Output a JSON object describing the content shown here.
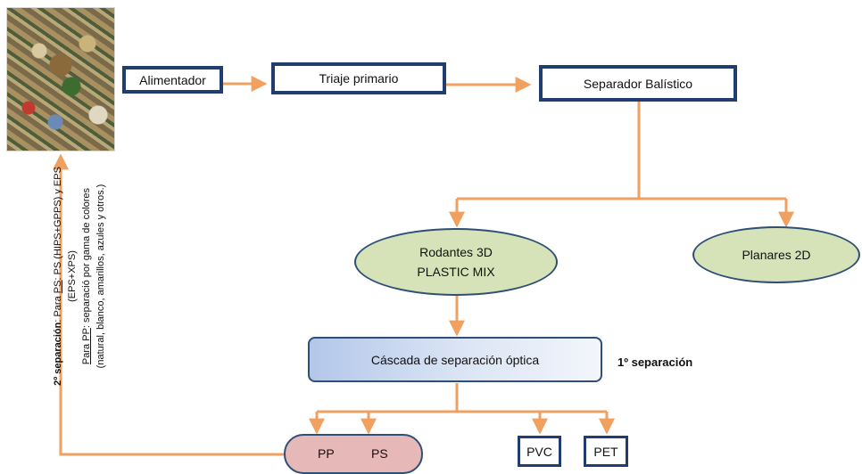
{
  "nodes": {
    "alimentador": "Alimentador",
    "triaje": "Triaje primario",
    "balistico": "Separador Balístico",
    "rodantes_line1": "Rodantes 3D",
    "rodantes_line2": "PLASTIC MIX",
    "planares": "Planares 2D",
    "cascada": "Cáscada de separación óptica",
    "pp": "PP",
    "ps": "PS",
    "pvc": "PVC",
    "pet": "PET"
  },
  "labels": {
    "primera_separacion": "1º separación"
  },
  "note": {
    "title": "2º separación",
    "line1_a": ": Para ",
    "line1_u": "PS",
    "line1_b": ": PS (HIPS+GPPS) y  EPS",
    "line2": "(EPS+XPS)",
    "line3_u": "Para  PP",
    "line3_b": ": separació por gama de colores",
    "line4": "(natural, blanco, amarillos, azules y otros.)"
  },
  "colors": {
    "arrow": "#f0a060",
    "box_border": "#1f3d6f",
    "ellipse_fill": "#d6e3b8",
    "pill_fill": "#e6b8b8"
  }
}
